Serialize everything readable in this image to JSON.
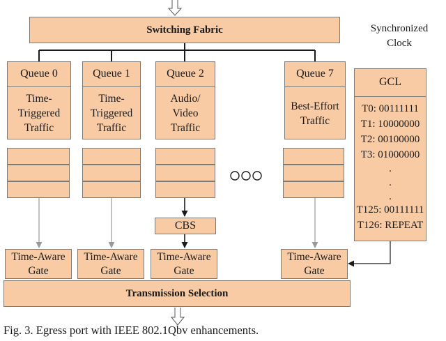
{
  "diagram": {
    "switching_fabric": "Switching Fabric",
    "sync_clock": [
      "Synchronized",
      "Clock"
    ],
    "queues": [
      {
        "header": "Queue 0",
        "body": [
          "Time-",
          "Triggered",
          "Traffic"
        ]
      },
      {
        "header": "Queue 1",
        "body": [
          "Time-",
          "Triggered",
          "Traffic"
        ]
      },
      {
        "header": "Queue 2",
        "body": [
          "Audio/",
          "Video",
          "Traffic"
        ]
      },
      {
        "header": "Queue 7",
        "body": [
          "Best-Effort",
          "Traffic"
        ]
      }
    ],
    "ellipsis_dots": 3,
    "cbs": "CBS",
    "gate_label": [
      "Time-Aware",
      "Gate"
    ],
    "transmission_selection": "Transmission Selection",
    "gcl": {
      "title": "GCL",
      "entries": [
        "T0: 00111111",
        "T1: 10000000",
        "T2: 00100000",
        "T3: 01000000",
        ".",
        ".",
        ".",
        "T125: 00111111",
        "T126: REPEAT"
      ]
    },
    "caption": "Fig. 3. Egress port with IEEE 802.1Qbv enhancements.",
    "colors": {
      "fill": "#f8cba4",
      "border": "#7a7a7a",
      "line": "#1a1a1a",
      "gray_line": "#9a9a9a"
    }
  }
}
